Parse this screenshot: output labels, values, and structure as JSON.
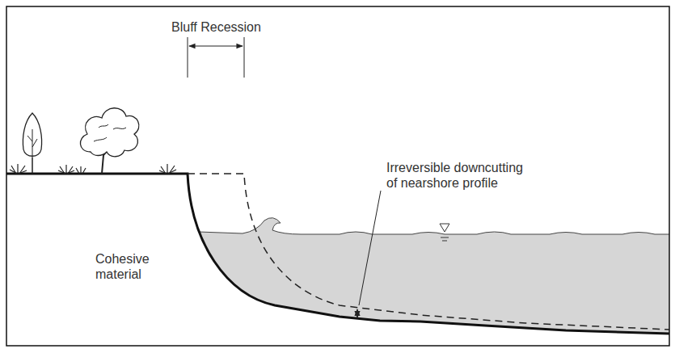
{
  "diagram": {
    "labels": [
      "Bluff Recession",
      "Irreversible downcutting of nearshore profile",
      "Cohesive material"
    ]
  }
}
